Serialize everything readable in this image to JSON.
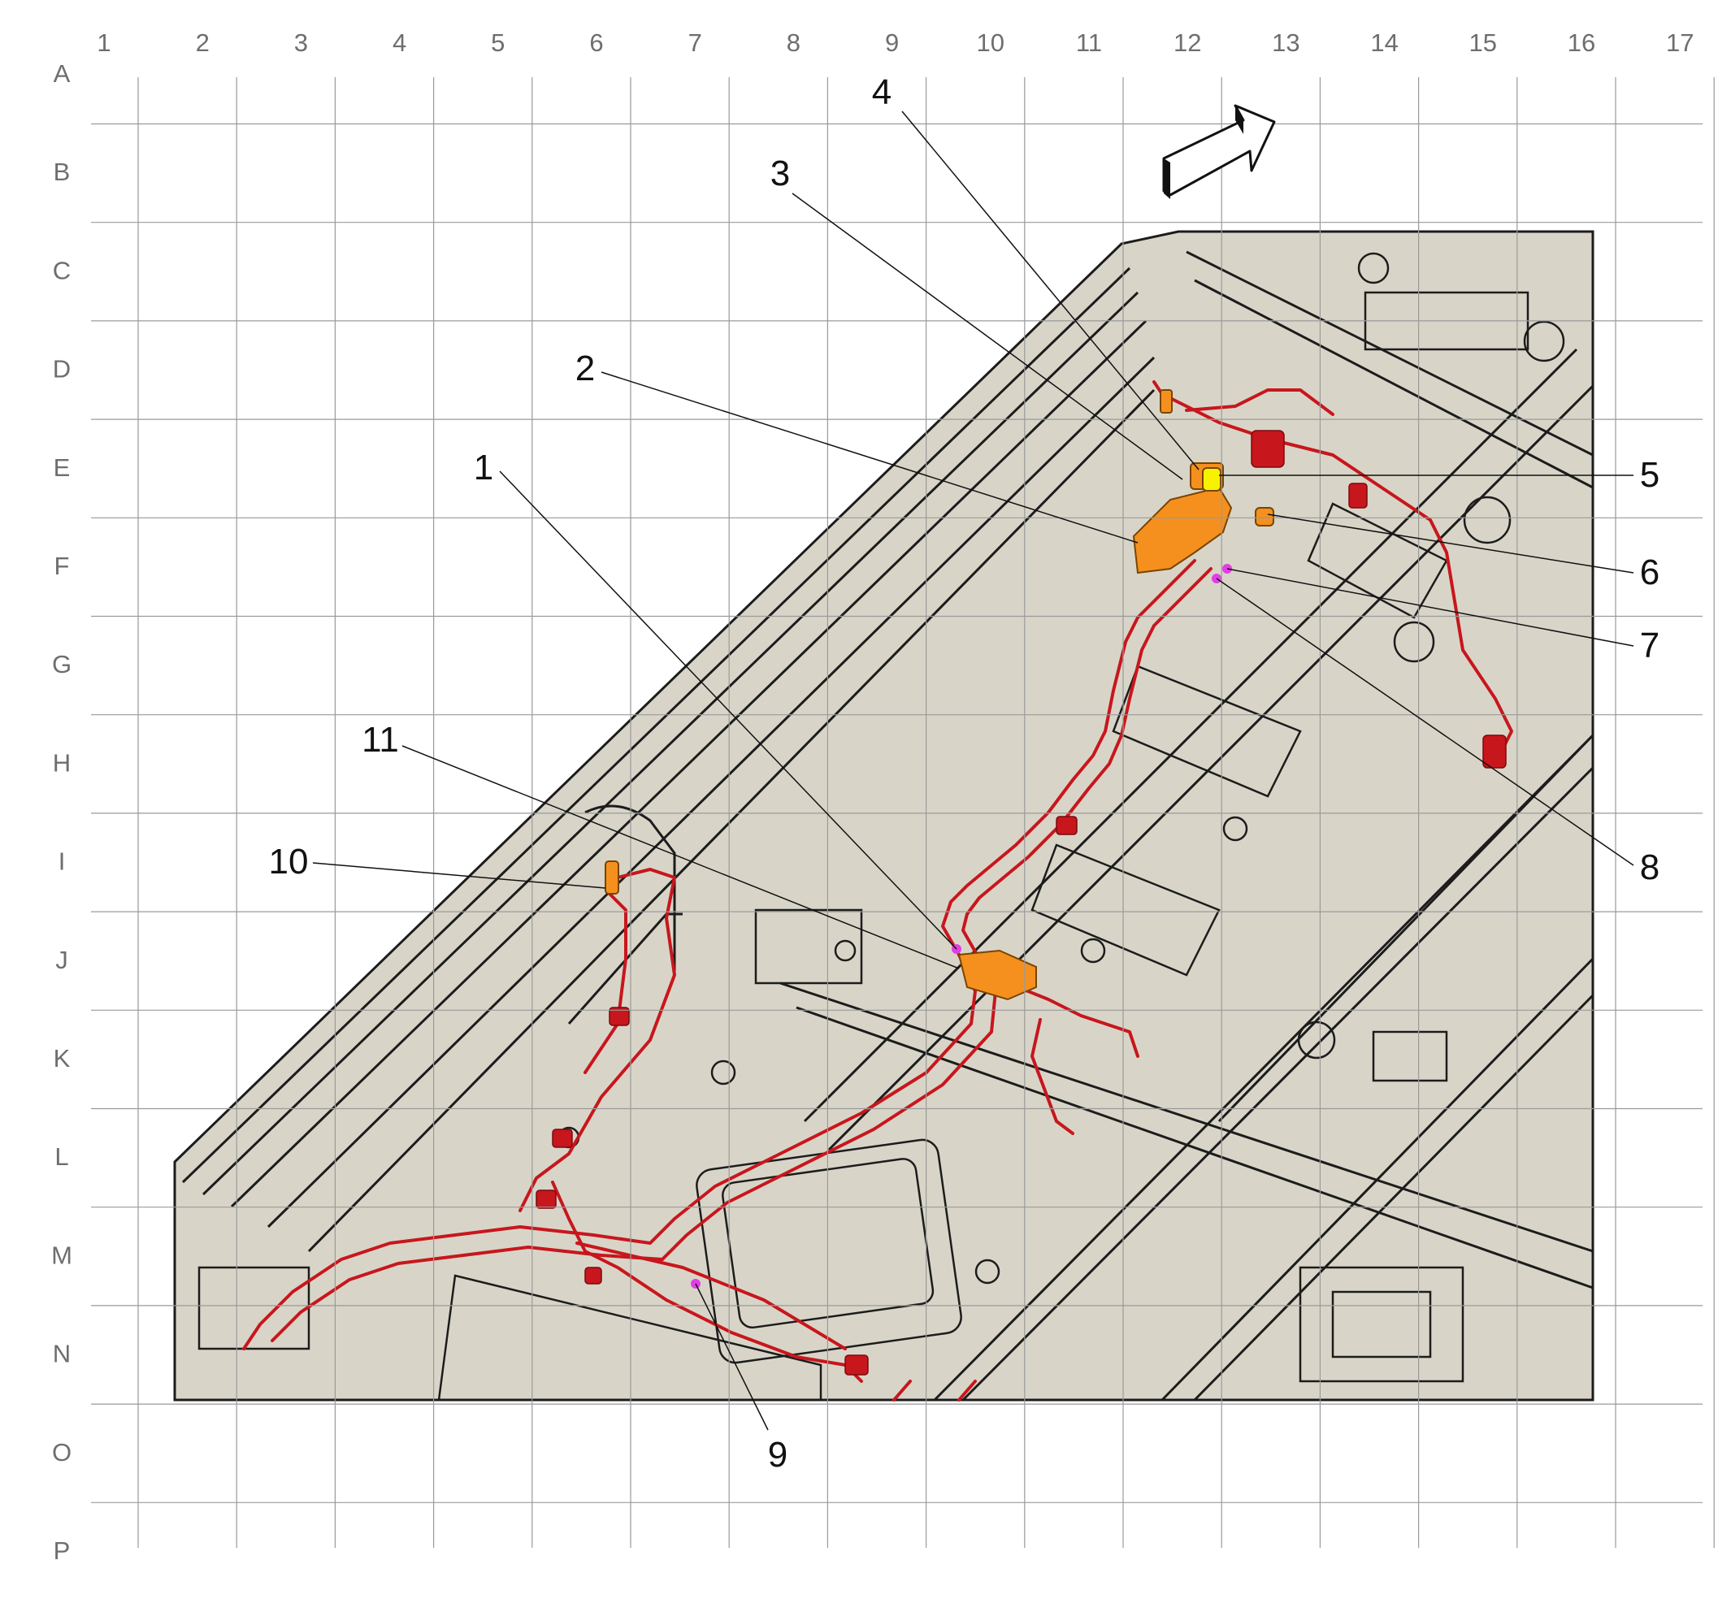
{
  "diagram": {
    "grid": {
      "columns": [
        "1",
        "2",
        "3",
        "4",
        "5",
        "6",
        "7",
        "8",
        "9",
        "10",
        "11",
        "12",
        "13",
        "14",
        "15",
        "16",
        "17"
      ],
      "rows": [
        "A",
        "B",
        "C",
        "D",
        "E",
        "F",
        "G",
        "H",
        "I",
        "J",
        "K",
        "L",
        "M",
        "N",
        "O",
        "P"
      ]
    },
    "callouts": [
      {
        "id": "c1",
        "label": "1"
      },
      {
        "id": "c2",
        "label": "2"
      },
      {
        "id": "c3",
        "label": "3"
      },
      {
        "id": "c4",
        "label": "4"
      },
      {
        "id": "c5",
        "label": "5"
      },
      {
        "id": "c6",
        "label": "6"
      },
      {
        "id": "c7",
        "label": "7"
      },
      {
        "id": "c8",
        "label": "8"
      },
      {
        "id": "c9",
        "label": "9"
      },
      {
        "id": "c10",
        "label": "10"
      },
      {
        "id": "c11",
        "label": "11"
      }
    ],
    "colors": {
      "body_fill": "#d8d5c8",
      "outline": "#1c1c1c",
      "harness": "#c8161d",
      "component": "#f5901e",
      "highlight": "#f7f200",
      "ground_marker": "#e23ee6",
      "grid_line": "#9a9a9a"
    },
    "icons": [
      "direction-arrow-icon"
    ]
  }
}
